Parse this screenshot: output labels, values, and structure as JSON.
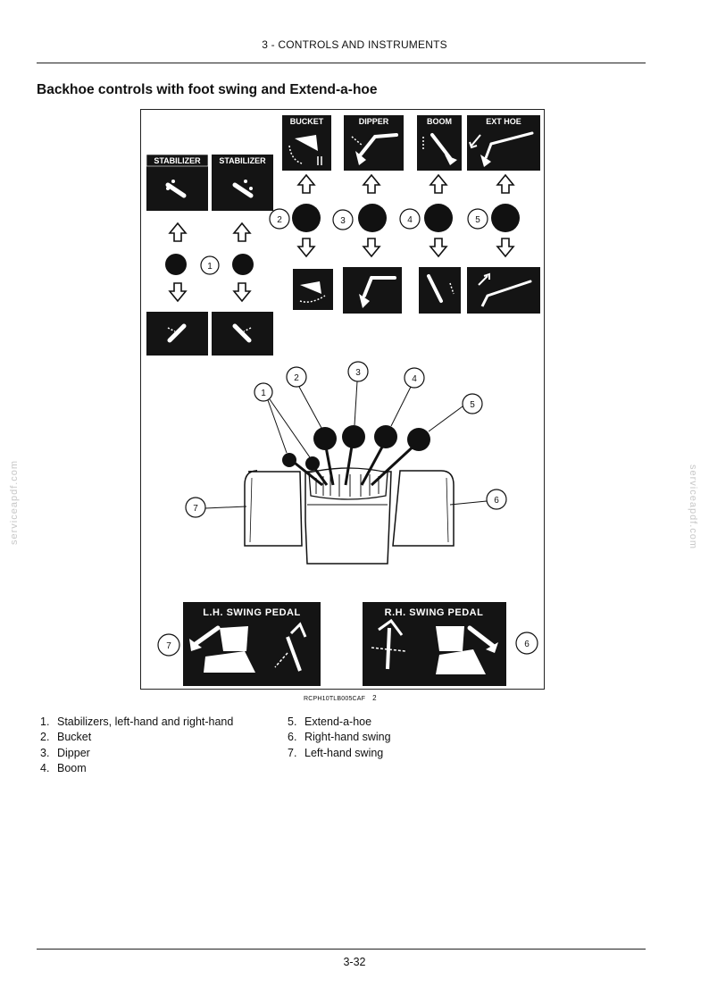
{
  "header": {
    "section": "3 - CONTROLS AND INSTRUMENTS"
  },
  "title": "Backhoe controls with foot swing and Extend-a-hoe",
  "figure": {
    "decals": {
      "stabilizer_left": "STABILIZER",
      "stabilizer_right": "STABILIZER",
      "bucket": "BUCKET",
      "dipper": "DIPPER",
      "boom": "BOOM",
      "ext_hoe": "EXT HOE",
      "lh_swing_pedal": "L.H. SWING PEDAL",
      "rh_swing_pedal": "R.H. SWING PEDAL"
    },
    "callouts": [
      "1",
      "2",
      "3",
      "4",
      "5",
      "6",
      "7"
    ],
    "reference": "RCPH10TLB005CAF",
    "reference_num": "2"
  },
  "legend": {
    "left": [
      {
        "n": "1.",
        "text": "Stabilizers, left-hand and right-hand"
      },
      {
        "n": "2.",
        "text": "Bucket"
      },
      {
        "n": "3.",
        "text": "Dipper"
      },
      {
        "n": "4.",
        "text": "Boom"
      }
    ],
    "right": [
      {
        "n": "5.",
        "text": "Extend-a-hoe"
      },
      {
        "n": "6.",
        "text": "Right-hand swing"
      },
      {
        "n": "7.",
        "text": "Left-hand swing"
      }
    ]
  },
  "watermark": "serviceapdf.com",
  "footer": {
    "page": "3-32"
  }
}
